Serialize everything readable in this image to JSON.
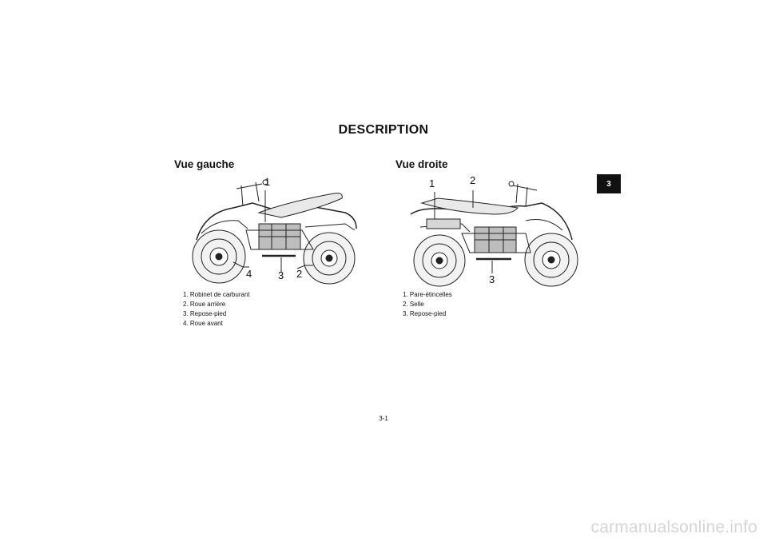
{
  "page": {
    "title": "DESCRIPTION",
    "tab_number": "3",
    "page_number": "3-1",
    "watermark": "carmanualsonline.info"
  },
  "left_view": {
    "title": "Vue gauche",
    "callouts": [
      "1",
      "4",
      "3",
      "2"
    ],
    "legend": [
      "1. Robinet de carburant",
      "2. Roue arrière",
      "3. Repose-pied",
      "4. Roue avant"
    ]
  },
  "right_view": {
    "title": "Vue droite",
    "callouts": [
      "1",
      "2",
      "3"
    ],
    "legend": [
      "1. Pare-étincelles",
      "2. Selle",
      "3. Repose-pied"
    ]
  }
}
